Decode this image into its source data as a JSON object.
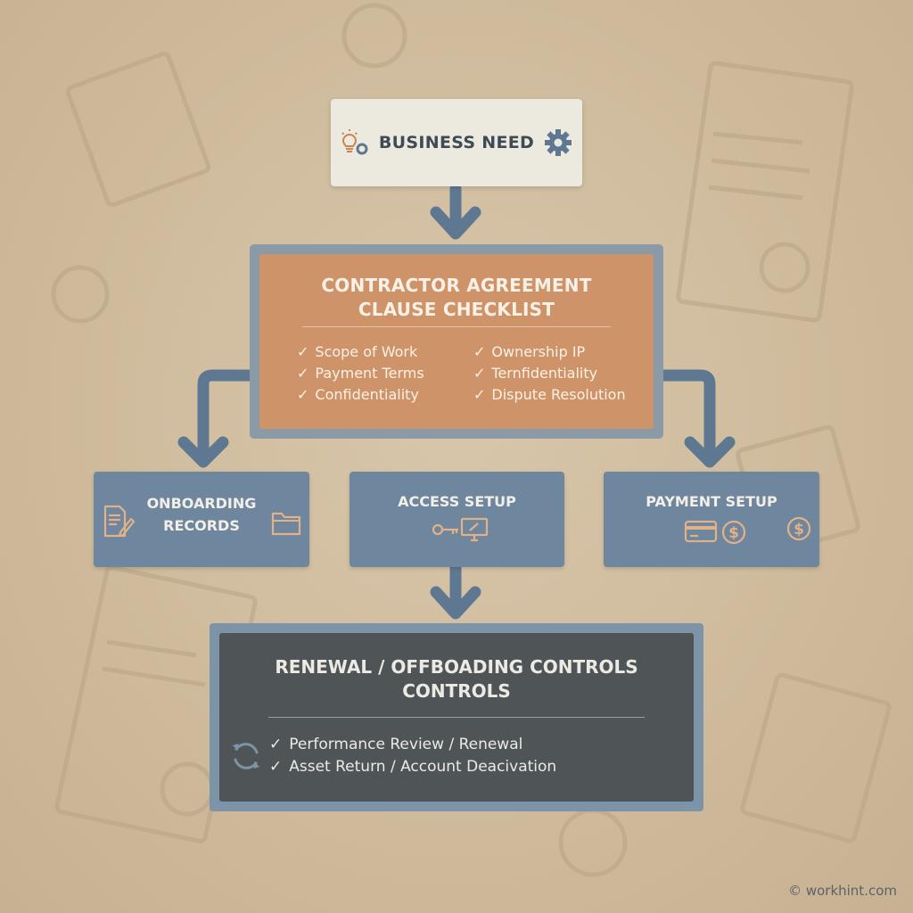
{
  "business_need": {
    "title": "BUSINESS NEED"
  },
  "checklist": {
    "title_line1": "CONTRACTOR AGREEMENT",
    "title_line2": "CLAUSE CHECKLIST",
    "check_glyph": "✓",
    "left_items": [
      "Scope of Work",
      "Payment Terms",
      "Confidentiality"
    ],
    "right_items": [
      "Ownership IP",
      "Ternfidentiality",
      "Dispute Resolution"
    ]
  },
  "onboarding": {
    "line1": "ONBOARDING",
    "line2": "RECORDS",
    "icons": [
      "document-pencil-icon",
      "folder-icon"
    ]
  },
  "access": {
    "title": "ACCESS SETUP",
    "icons": [
      "key-icon",
      "monitor-icon"
    ]
  },
  "payment": {
    "title": "PAYMENT SETUP",
    "icons": [
      "credit-card-icon",
      "dollar-coin-icon"
    ]
  },
  "controls": {
    "title_line1": "RENEWAL / OFFBOADING CONTROLS",
    "title_line2": "CONTROLS",
    "items": [
      "Performance Review / Renewal",
      "Asset Return / Account Deacivation"
    ]
  },
  "footer": {
    "text": "© workhint.com"
  },
  "colors": {
    "background": "#cfbb9c",
    "checklist": "#cf9369",
    "middle_boxes": "#6e869e",
    "controls": "#4f5556",
    "arrows": "#5f7892"
  }
}
